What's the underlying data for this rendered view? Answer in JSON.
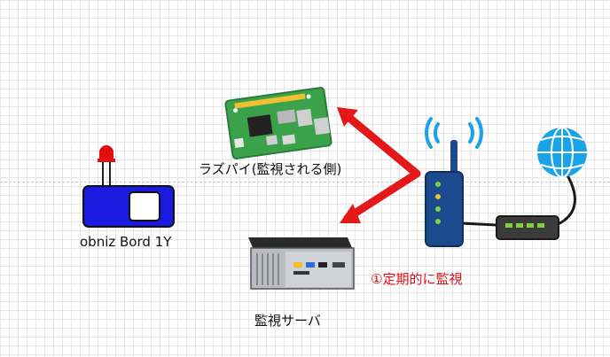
{
  "labels": {
    "raspi": "ラズパイ(監視される側)",
    "obniz": "obniz Bord 1Y",
    "server": "監視サーバ",
    "monitor": "①定期的に監視"
  },
  "colors": {
    "arrow": "#e41818",
    "obniz_board": "#1a1ae0",
    "led": "#e01010",
    "pcb": "#3aa24a",
    "router": "#1c4a8f",
    "signal": "#1aa3e8",
    "globe": "#1aa3e8",
    "monitor_text": "#e0101a"
  },
  "icons": [
    "raspberry-pi-board",
    "obniz-board",
    "mini-pc-server",
    "wifi-router",
    "modem",
    "internet-globe"
  ]
}
